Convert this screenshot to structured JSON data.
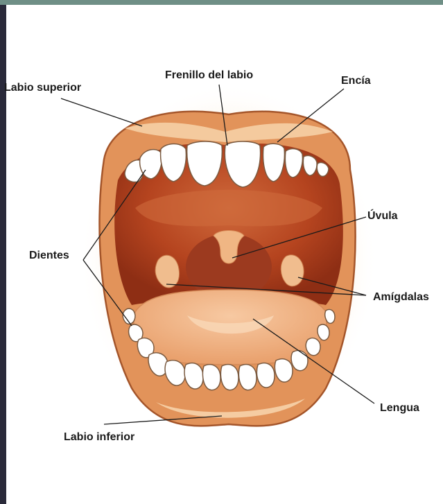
{
  "labels": {
    "labio_superior": "Labio superior",
    "frenillo": "Frenillo del labio",
    "encia": "Encía",
    "uvula": "Úvula",
    "dientes": "Dientes",
    "amigdalas": "Amígdalas",
    "lengua": "Lengua",
    "labio_inferior": "Labio inferior"
  },
  "colors": {
    "lip": "#e2935a",
    "lip_highlight": "#f7d3aa",
    "lip_outline": "#a4552a",
    "mouth_cavity": "#b5441f",
    "throat": "#9c3a1f",
    "palate": "#cf6a3c",
    "tongue": "#f2b589",
    "uvula": "#f0b684",
    "tonsil": "#f0bd8e",
    "teeth": "#ffffff",
    "glow": "#fbe2c2",
    "frame_top": "#6f8f86",
    "frame_left": "#2a2a3a"
  }
}
